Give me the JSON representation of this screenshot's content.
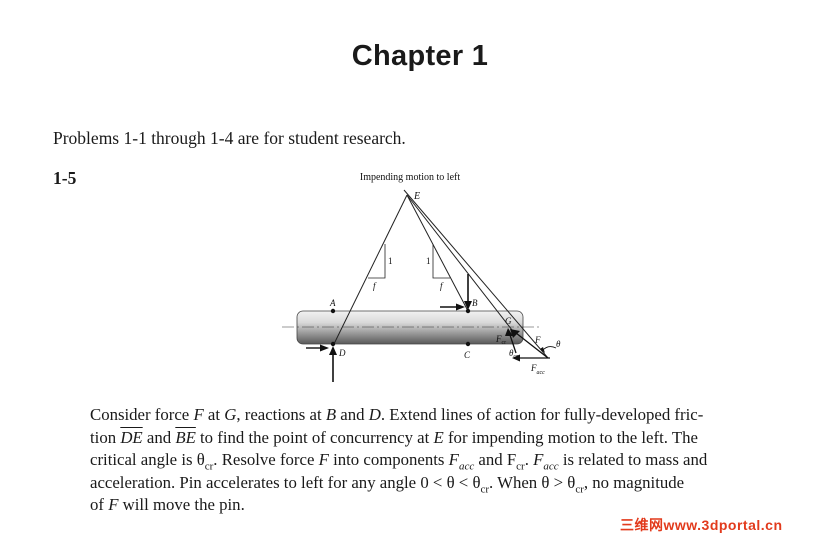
{
  "header": {
    "title": "Chapter 1"
  },
  "intro": {
    "text": "Problems 1-1 through 1-4 are for student research."
  },
  "problem": {
    "number": "1-5",
    "figure": {
      "caption": "Impending motion to left",
      "points": {
        "E": "E",
        "A": "A",
        "B": "B",
        "C": "C",
        "D": "D",
        "G": "G"
      },
      "slope_rise": "1",
      "slope_run": "f",
      "forces": {
        "F": "F",
        "Fcr": "F",
        "Fcr_sub": "cr",
        "Facc": "F",
        "Facc_sub": "acc"
      },
      "angles": {
        "theta": "θ",
        "theta_cr": "θ",
        "theta_cr_sub": "cr"
      }
    },
    "paragraph": {
      "s1": "Consider force ",
      "F1": "F",
      "s2": " at ",
      "G": "G",
      "s3": ", reactions at ",
      "B": "B",
      "s4": " and ",
      "D": "D",
      "s5": ". Extend lines of action for fully-developed fric-",
      "s6": "tion ",
      "DE": "DE",
      "s7": " and ",
      "BE": "BE",
      "s8": " to find the point of concurrency at ",
      "E": "E",
      "s9": " for impending motion to the left. The",
      "s10": "critical angle is θ",
      "cr1": "cr",
      "s11": ". Resolve force ",
      "F2": "F",
      "s12": " into components ",
      "Facc1": "F",
      "acc1": "acc",
      "s13": " and F",
      "cr2": "cr",
      "s14": ". ",
      "Facc2": "F",
      "acc2": "acc",
      "s15": " is related to mass and",
      "s16": "acceleration. Pin accelerates to left for any angle 0 < θ < θ",
      "cr3": "cr",
      "s17": ". When θ > θ",
      "cr4": "cr",
      "s18": ", no magnitude",
      "s19": "of ",
      "F3": "F",
      "s20": " will move the pin."
    }
  },
  "watermark": {
    "text": "三维网www.3dportal.cn"
  }
}
